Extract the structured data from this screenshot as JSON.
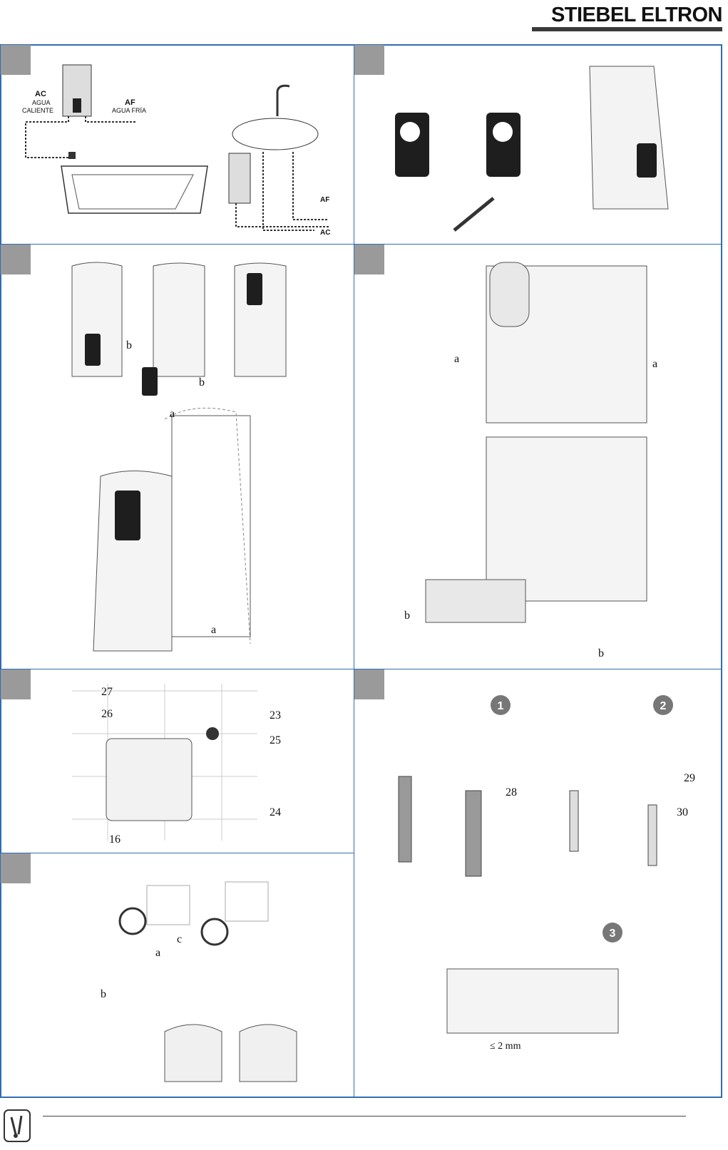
{
  "brand": "STIEBEL ELTRON",
  "figure1": {
    "ac": "AC",
    "ac_es": "AGUA",
    "ac_es2": "CALIENTE",
    "af": "AF",
    "af_es": "AGUA FRÍA",
    "af_right": "AF",
    "ac_right": "AC"
  },
  "figure3": {
    "a": "a",
    "b1": "b",
    "b2": "b",
    "a2": "a"
  },
  "figure4": {
    "a_left": "a",
    "a_right": "a",
    "b_left": "b",
    "b_right": "b"
  },
  "figure5": {
    "n27": "27",
    "n26": "26",
    "n23": "23",
    "n25": "25",
    "n24": "24",
    "n16": "16"
  },
  "figure6": {
    "step1": "1",
    "step2": "2",
    "step3": "3",
    "n28": "28",
    "n29": "29",
    "n30": "30",
    "gap": "≤ 2 mm"
  },
  "figure7": {
    "a": "a",
    "b": "b",
    "c": "c"
  }
}
